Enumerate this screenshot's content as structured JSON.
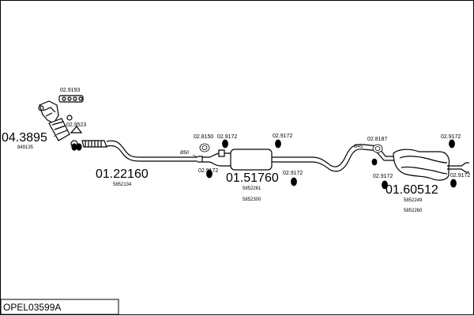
{
  "diagram": {
    "title_code": "OPEL03599A",
    "sections": [
      {
        "main": "04.3895",
        "sub": [
          "849135"
        ]
      },
      {
        "main": "01.22160",
        "sub": [
          "5852134"
        ]
      },
      {
        "main": "01.51760",
        "sub": [
          "5852261",
          "5852300"
        ]
      },
      {
        "main": "01.60512",
        "sub": [
          "5852249",
          "5852260"
        ]
      }
    ],
    "parts": [
      "02.9193",
      "02.9523",
      "02.8150",
      "02.9172",
      "02.9172",
      "02.9172",
      "02.9172",
      "02.8187",
      "02.9172",
      "02.9172",
      "02.9172"
    ],
    "diameters": [
      "Ø50",
      "Ø45"
    ]
  }
}
